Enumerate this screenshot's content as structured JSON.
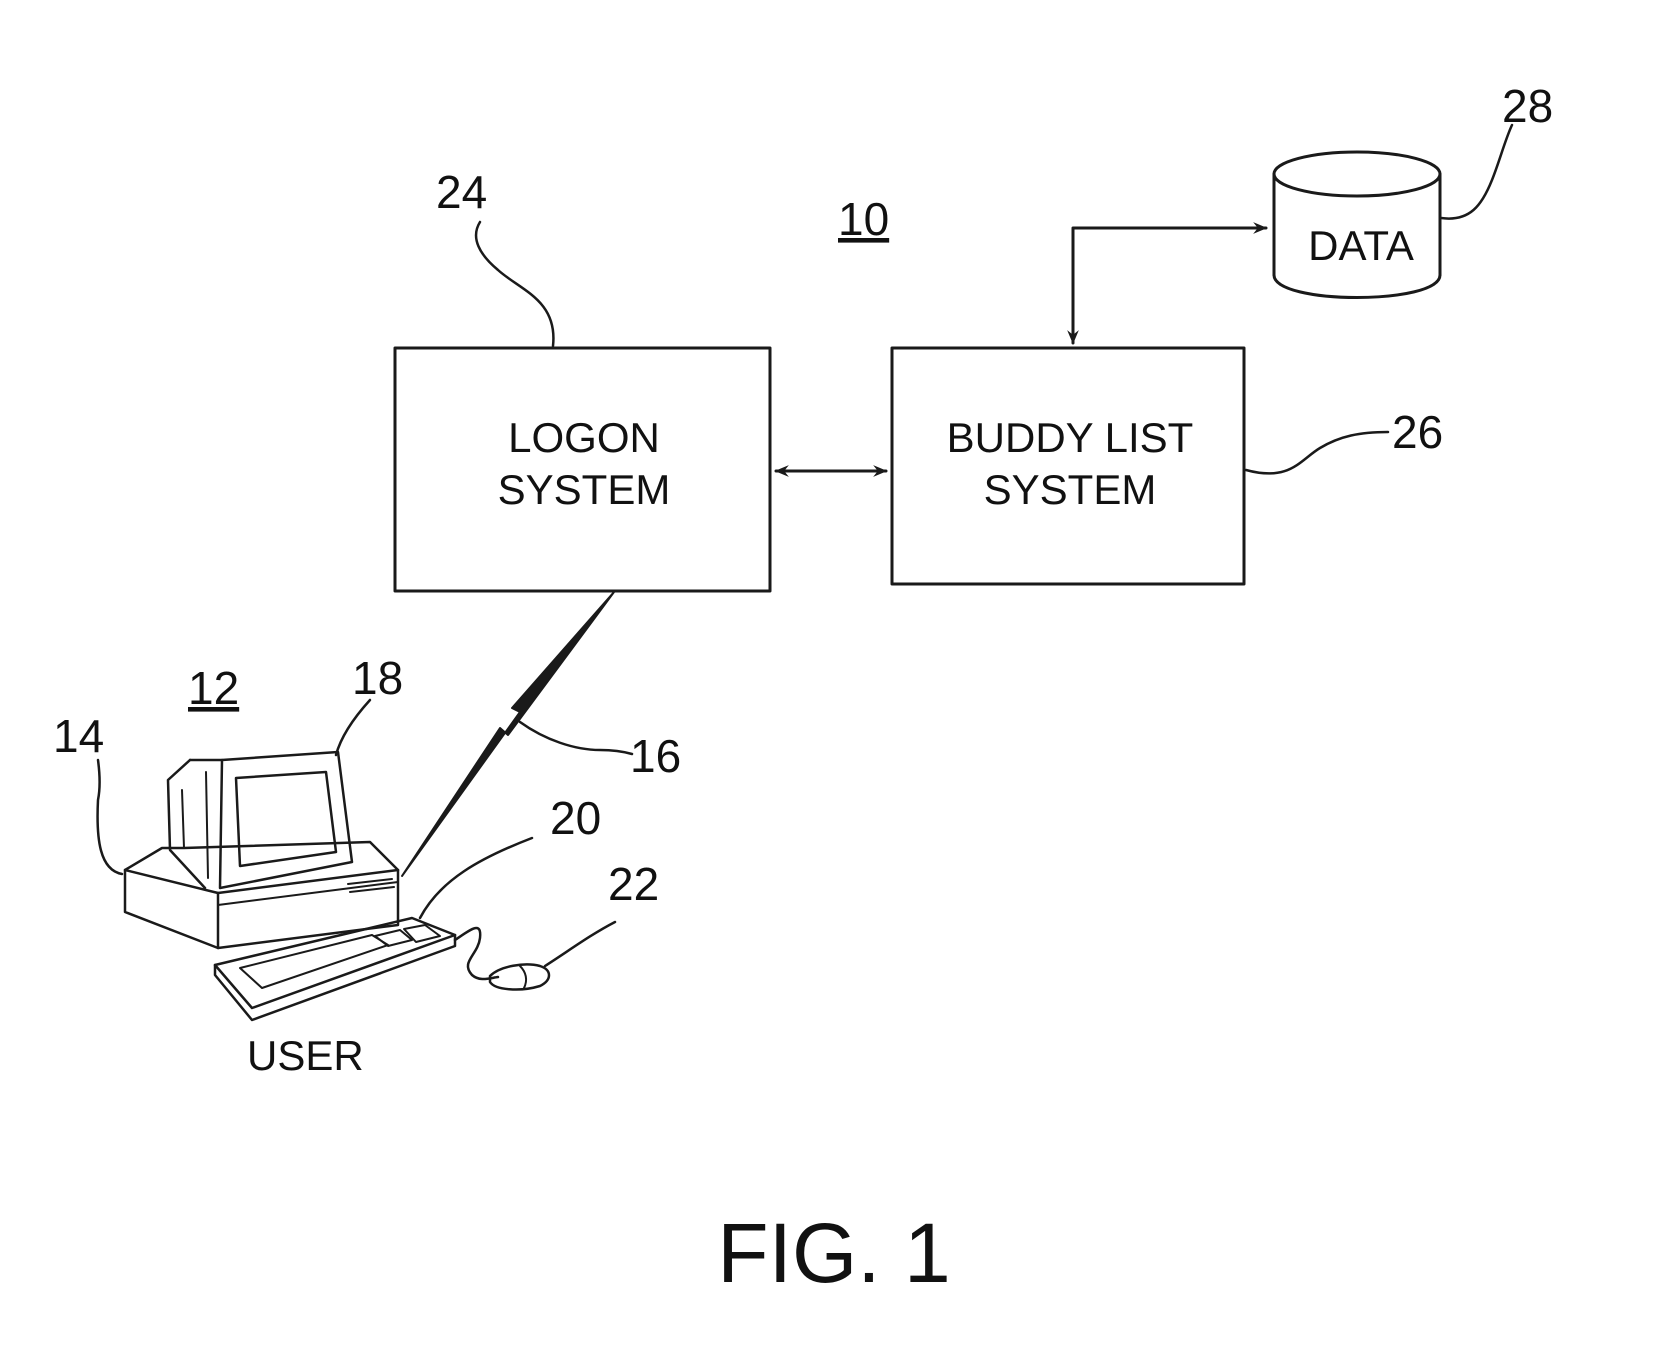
{
  "figure": {
    "caption": "FIG. 1"
  },
  "system": {
    "ref": "10"
  },
  "user_station": {
    "ref": "12",
    "label": "USER"
  },
  "refs": {
    "computer": "14",
    "link": "16",
    "monitor": "18",
    "keyboard": "20",
    "mouse": "22",
    "logon": "24",
    "buddy": "26",
    "data": "28"
  },
  "boxes": {
    "logon": {
      "line1": "LOGON",
      "line2": "SYSTEM"
    },
    "buddy": {
      "line1": "BUDDY LIST",
      "line2": "SYSTEM"
    },
    "data": {
      "label": "DATA"
    }
  }
}
